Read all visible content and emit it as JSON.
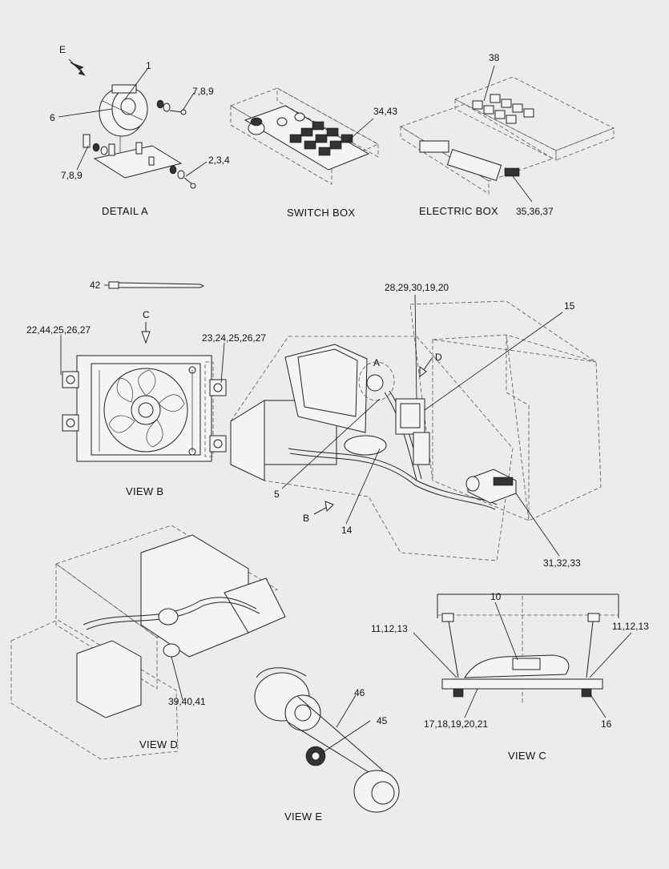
{
  "views": {
    "detail_a": "DETAIL  A",
    "switch_box": "SWITCH BOX",
    "electric_box": "ELECTRIC BOX",
    "view_b": "VIEW  B",
    "view_c": "VIEW  C",
    "view_d": "VIEW  D",
    "view_e": "VIEW  E"
  },
  "arrows": {
    "e": "E",
    "c": "C",
    "b": "B",
    "d": "D",
    "a": "A"
  },
  "callouts": {
    "c1": "1",
    "c6": "6",
    "c789_top": "7,8,9",
    "c789_left": "7,8,9",
    "c234": "2,3,4",
    "c3443": "34,43",
    "c38": "38",
    "c353637": "35,36,37",
    "c42": "42",
    "c2844": "22,44,25,26,27",
    "c2324": "23,24,25,26,27",
    "c2829": "28,29,30,19,20",
    "c15": "15",
    "c5": "5",
    "c14": "14",
    "c313233": "31,32,33",
    "c10": "10",
    "c111213_l": "11,12,13",
    "c111213_r": "11,12,13",
    "c1718": "17,18,19,20,21",
    "c16": "16",
    "c394041": "39,40,41",
    "c46": "46",
    "c45": "45"
  }
}
